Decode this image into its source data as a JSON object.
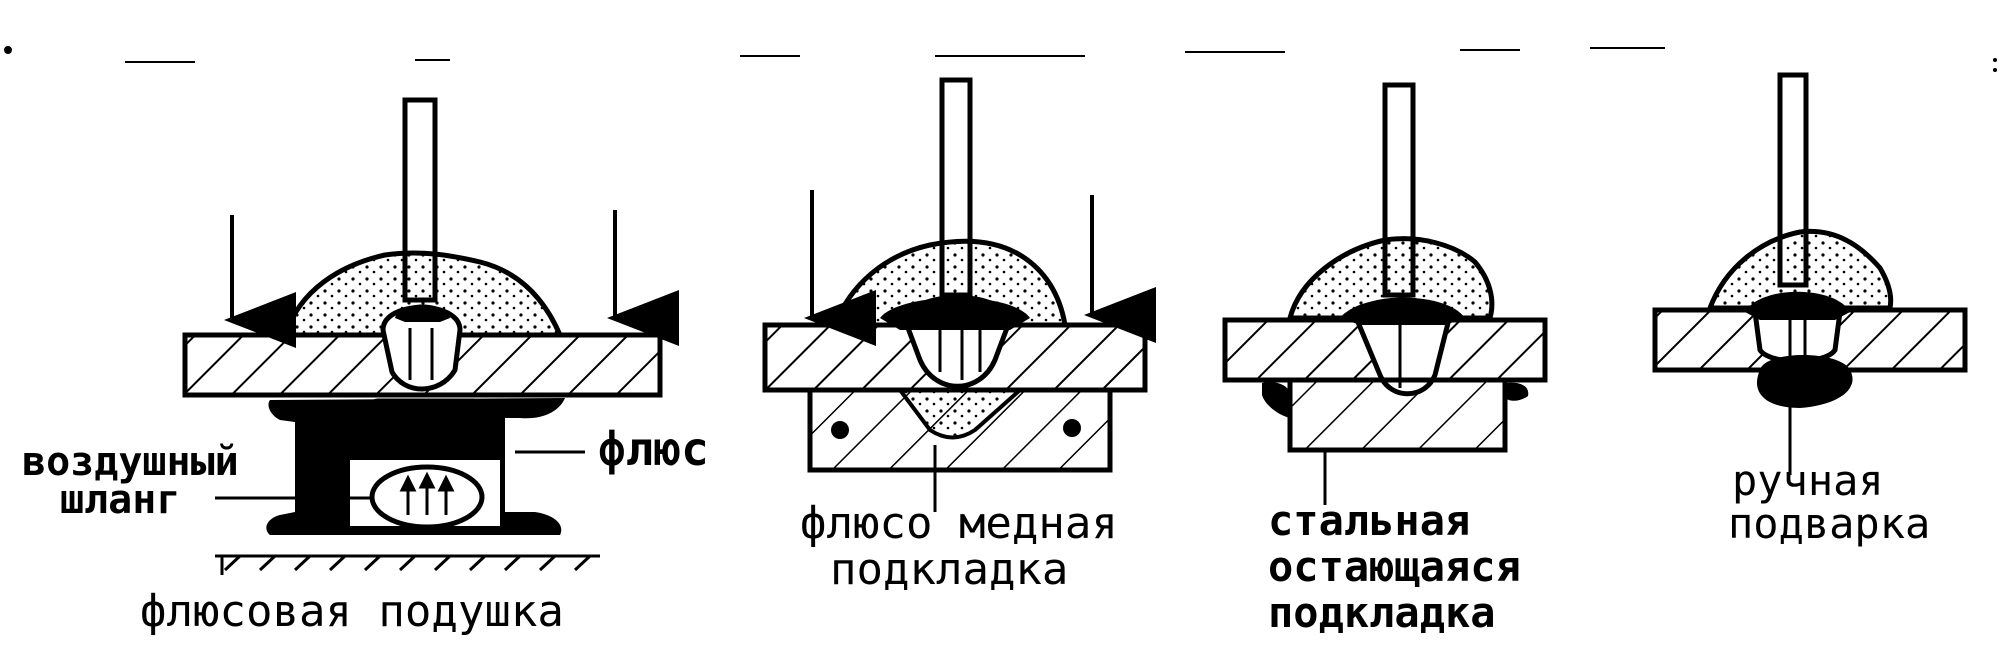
{
  "labels": {
    "air_hose_line1": "воздушный",
    "air_hose_line2": "шланг",
    "flux": "флюс",
    "flux_cushion": "флюсовая подушка",
    "flux_copper_line1": "флюсо медная",
    "flux_copper_line2": "подкладка",
    "steel_line1": "стальная",
    "steel_line2": "остающаяся",
    "steel_line3": "подкладка",
    "manual_line1": "ручная",
    "manual_line2": "подварка"
  },
  "colors": {
    "ink": "#000000",
    "paper": "#ffffff"
  }
}
